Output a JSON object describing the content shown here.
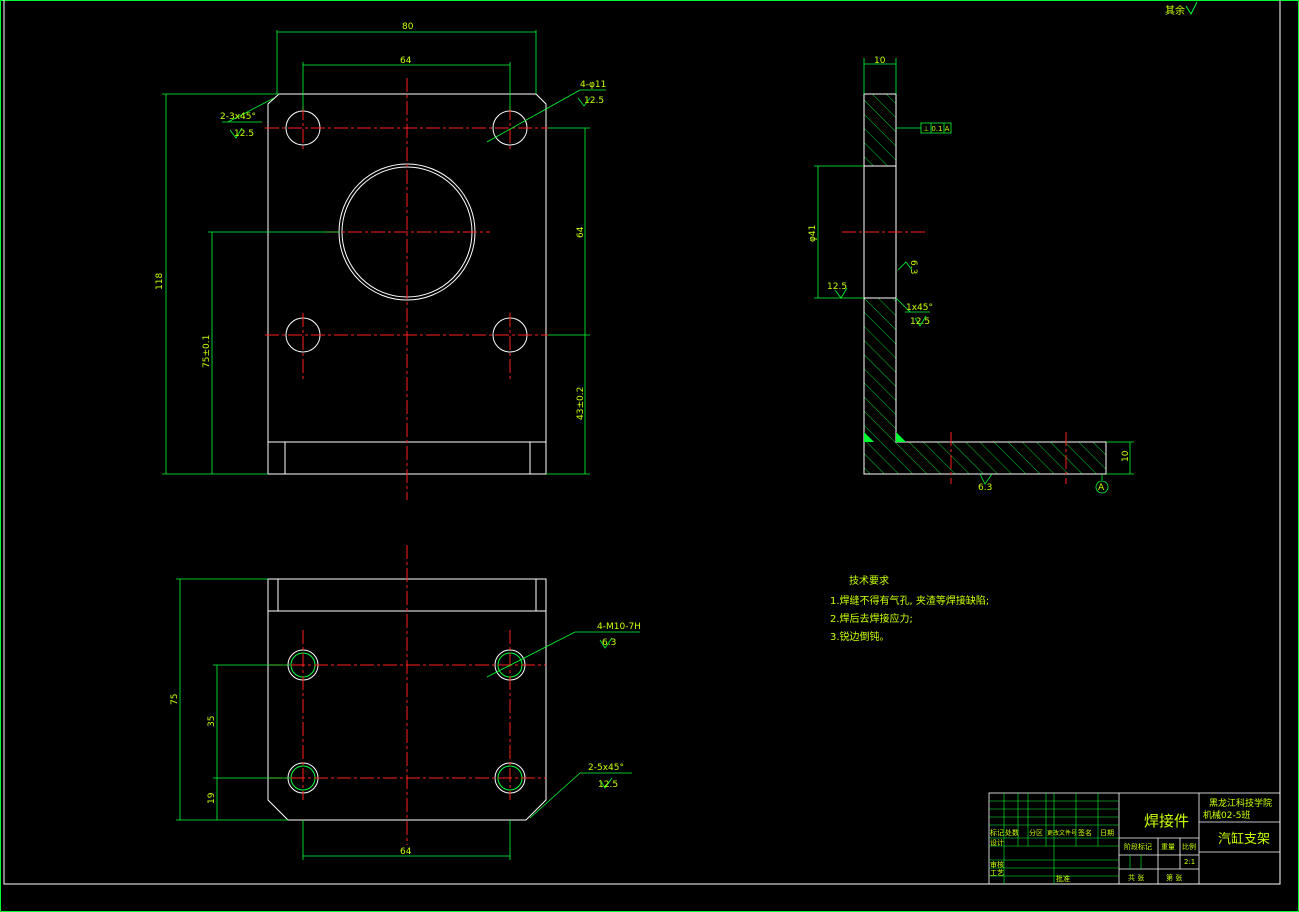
{
  "colors": {
    "background": "#000000",
    "outline": "#ffffff",
    "dimension": "#00ff33",
    "centerline": "#ff2020",
    "hatch": "#00ff33",
    "text": "#c8ff00"
  },
  "top_right": {
    "roughness_label": "其余"
  },
  "front_view": {
    "dims": {
      "width_outer": "80",
      "width_holes": "64",
      "height_total": "118",
      "height_center": "75±0.1",
      "hole_spacing_v": "64",
      "bottom_to_hole": "43±0.2",
      "hole_callout": "4-φ11",
      "hole_roughness": "12.5",
      "chamfer": "2-3x45°",
      "chamfer_roughness": "12.5"
    }
  },
  "side_view": {
    "dims": {
      "thickness_top": "10",
      "bore_dia": "φ41",
      "bore_roughness": "6.3",
      "left_roughness": "12.5",
      "chamfer": "1x45°",
      "chamfer_roughness": "12.5",
      "base_roughness": "6.3",
      "thickness_base": "10",
      "tolerance_frame": "⊥ 0.1 A",
      "datum": "A"
    }
  },
  "bottom_view": {
    "dims": {
      "height_total": "75",
      "hole_spacing_v": "35",
      "edge_to_hole": "19",
      "hole_spacing_h": "64",
      "thread_callout": "4-M10-7H",
      "thread_roughness": "6.3",
      "chamfer": "2-5x45°",
      "chamfer_roughness": "12.5"
    }
  },
  "tech_requirements": {
    "title": "技术要求",
    "items": [
      "1.焊缝不得有气孔, 夹渣等焊接缺陷;",
      "2.焊后去焊接应力;",
      "3.锐边倒钝。"
    ]
  },
  "title_block": {
    "process": "焊接件",
    "school_line1": "黑龙江科技学院",
    "school_line2": "机械02-5班",
    "part_name": "汽缸支架",
    "scale_value": "2:1",
    "labels": [
      "标记",
      "处数",
      "分区",
      "更改文件号",
      "签名",
      "日期",
      "设计",
      "审核",
      "工艺",
      "批准",
      "阶段标记",
      "重量",
      "比例",
      "共 张",
      "第 张"
    ]
  }
}
